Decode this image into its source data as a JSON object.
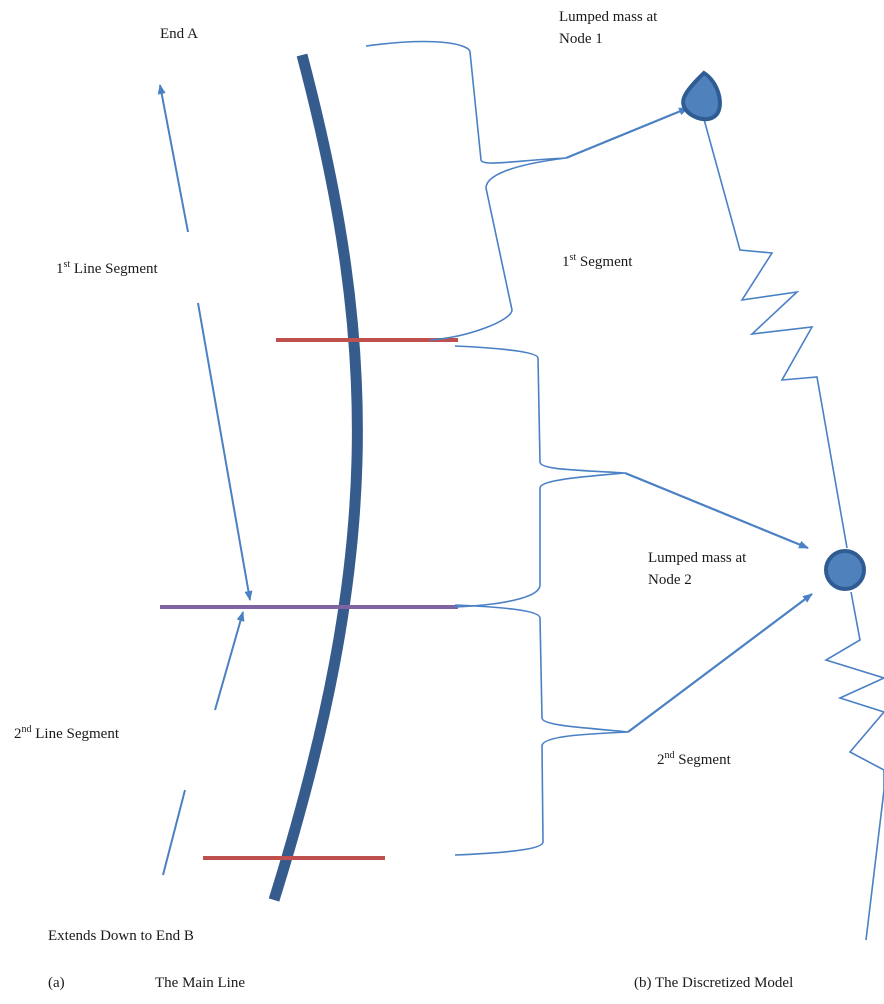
{
  "labels": {
    "end_a": "End A",
    "line_segment_1": {
      "num": "1",
      "sup": "st",
      "rest": " Line  Segment"
    },
    "line_segment_2": {
      "num": "2",
      "sup": "nd",
      "rest": " Line  Segment"
    },
    "extends_down": "Extends  Down to End B",
    "node1": {
      "line1": "Lumped  mass at",
      "line2": "Node 1"
    },
    "node2": {
      "line1": "Lumped  mass at",
      "line2": "Node 2"
    },
    "segment_1": {
      "num": "1",
      "sup": "st",
      "rest": " Segment"
    },
    "segment_2": {
      "num": "2",
      "sup": "nd",
      "rest": " Segment"
    }
  },
  "captions": {
    "a_marker": "(a)",
    "a_text": "The Main Line",
    "b_text": "(b) The Discretized Model"
  },
  "colors": {
    "main_line": "#365c8d",
    "connector": "#4a80c4",
    "segment_divider_red": "#c0504d",
    "segment_divider_purple": "#8064a2",
    "mass_fill": "#4f81bd",
    "mass_stroke": "#2f5d93"
  }
}
